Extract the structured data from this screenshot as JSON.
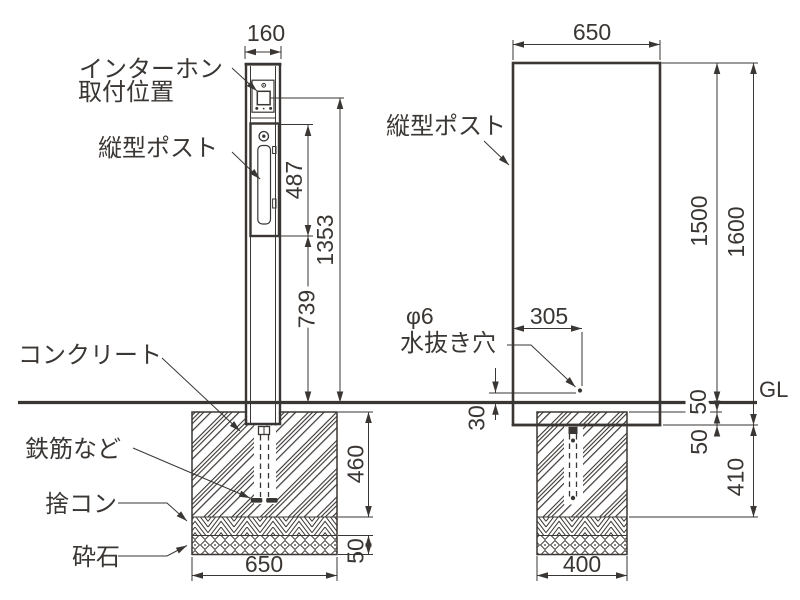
{
  "front_view": {
    "labels": {
      "intercom_position_line1": "インターホン",
      "intercom_position_line2": "取付位置",
      "post": "縦型ポスト",
      "concrete": "コンクリート",
      "rebar": "鉄筋など",
      "lean_concrete": "捨コン",
      "crushed_stone": "砕石"
    },
    "dimensions": {
      "post_width": "160",
      "post_body_height": "487",
      "intercom_height_above_gl": "1353",
      "post_body_bottom_to_gl": "739",
      "footing_height": "460",
      "crushed_stone_height": "50",
      "footing_width": "650"
    }
  },
  "side_view": {
    "labels": {
      "post": "縦型ポスト",
      "drain_hole_dia": "φ6",
      "drain_hole": "水抜き穴",
      "ground_level": "GL"
    },
    "dimensions": {
      "post_depth": "650",
      "gl_to_top": "1500",
      "total_height": "1600",
      "drain_hole_offset": "305",
      "drain_hole_above_gl": "30",
      "gl_to_footing_top": "50",
      "footing_top_to_post_bottom": "50",
      "post_bottom_to_footing_bottom": "410",
      "footing_width": "400"
    }
  },
  "colors": {
    "line": "#3a3633",
    "background": "#ffffff"
  }
}
